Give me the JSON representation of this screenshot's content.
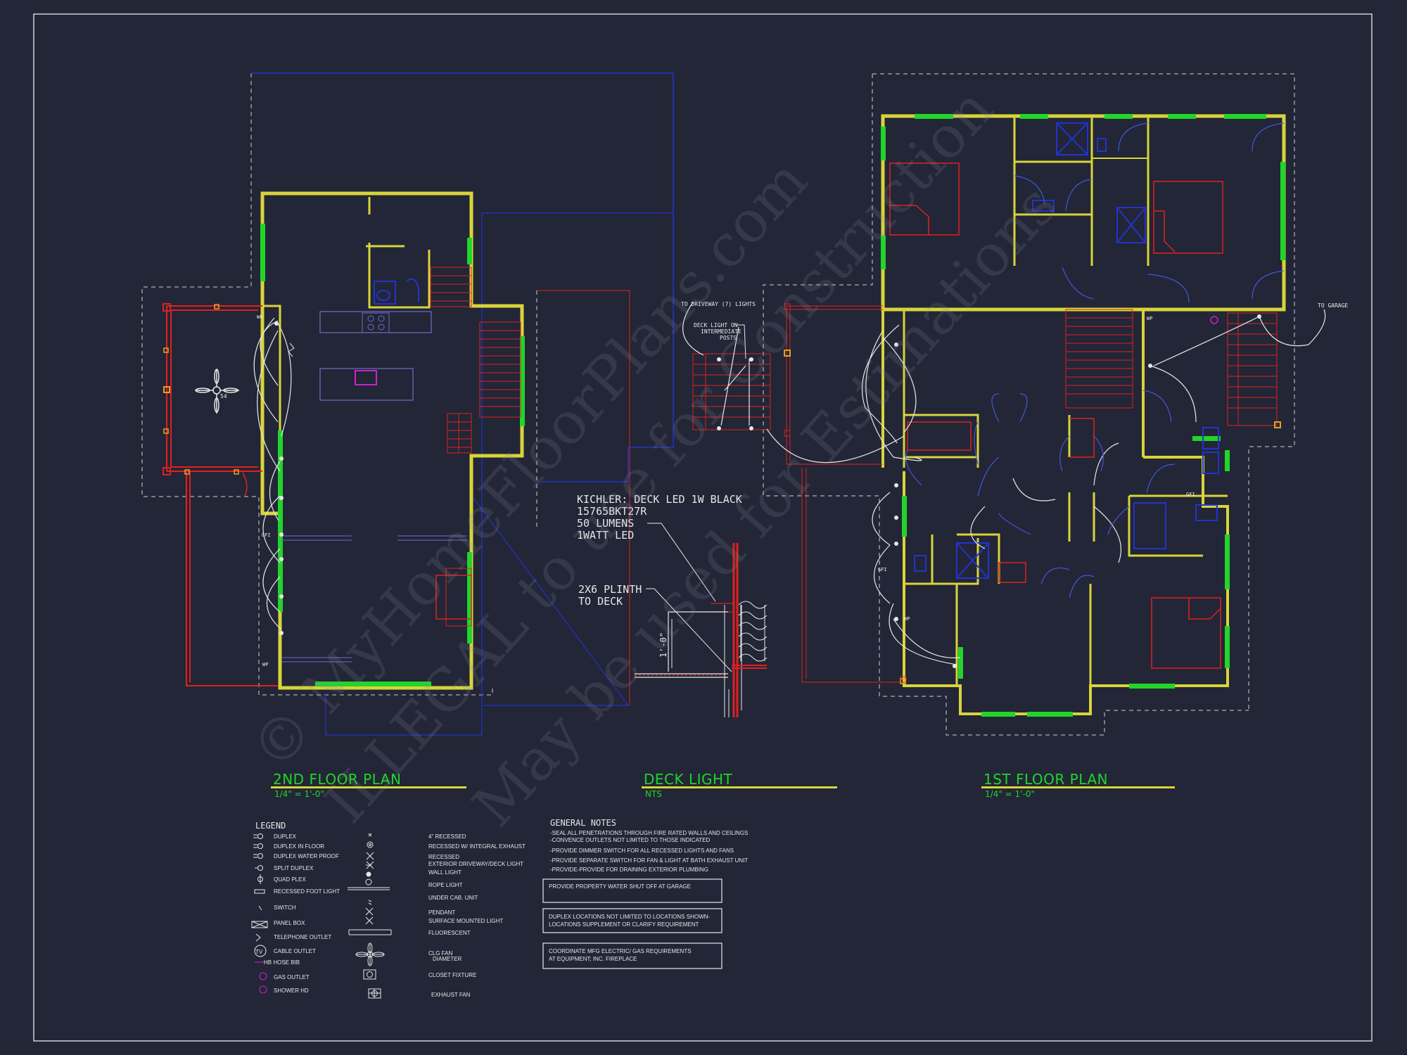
{
  "watermark": {
    "line1": "© MyHomeFloorPlans.com",
    "line2": "ILLEGAL to use for Construction",
    "line3": "May be used for Estimations"
  },
  "drawings": {
    "second_floor": {
      "title": "2ND FLOOR PLAN",
      "scale": "1/4\" = 1'-0\""
    },
    "deck_light": {
      "title": "DECK LIGHT",
      "scale": "NTS"
    },
    "first_floor": {
      "title": "1ST FLOOR PLAN",
      "scale": "1/4\" = 1'-0\""
    }
  },
  "callouts": {
    "kichler": [
      "KICHLER: DECK LED 1W  BLACK",
      "15765BKT27R",
      "50 LUMENS",
      "1WATT LED"
    ],
    "plinth": [
      "2X6 PLINTH",
      "TO DECK"
    ],
    "dimension": "1'-0\"",
    "driveway": "TO DRIVEWAY (7) LIGHTS",
    "deck_light_posts": [
      "DECK LIGHT ON",
      "INTERMEDIATE",
      "POSTS"
    ],
    "to_garage": "TO GARAGE",
    "fan_tag": "54"
  },
  "legend": {
    "title": "LEGEND",
    "col1": [
      "DUPLEX",
      "DUPLEX IN FLOOR",
      "DUPLEX WATER PROOF",
      "SPLIT DUPLEX",
      "QUAD PLEX",
      "RECESSED FOOT LIGHT",
      "SWITCH",
      "PANEL BOX",
      "TELEPHONE OUTLET",
      "CABLE OUTLET",
      "HB HOSE BIB",
      "GAS OUTLET",
      "SHOWER HD"
    ],
    "col2": [
      "4\" RECESSED",
      "RECESSED W/ INTEGRAL EXHAUST",
      "RECESSED",
      "EXTERIOR DRIVEWAY/DECK LIGHT",
      "WALL LIGHT",
      "ROPE LIGHT",
      "UNDER CAB. UNIT",
      "PENDANT",
      "SURFACE MOUNTED LIGHT",
      "FLUORESCENT",
      "CLG FAN",
      "DIAMETER",
      "CLOSET FIXTURE",
      "EXHAUST FAN"
    ],
    "tv_symbol": "TV"
  },
  "general_notes": {
    "title": "GENERAL NOTES",
    "items": [
      "-SEAL ALL PENETRATIONS THROUGH FIRE RATED WALLS AND CEILINGS",
      "-CONVENCE OUTLETS NOT LIMITED TO THOSE INDICATED",
      "-PROVIDE DIMMER SWITCH FOR ALL RECESSED LIGHTS AND FANS",
      "-PROVIDE SEPARATE SWITCH FOR FAN & LIGHT AT BATH EXHAUST UNIT",
      "-PROVIDE-PROVIDE FOR DRAINING EXTERIOR PLUMBING"
    ],
    "boxes": [
      [
        "PROVIDE  PROPERTY WATER SHUT OFF AT GARAGE"
      ],
      [
        "DUPLEX LOCATIONS NOT LIMITED TO LOCATIONS SHOWN-",
        "LOCATIONS SUPPLEMENT OR CLARIFY REQUIREMENT"
      ],
      [
        "COORDINATE MFG ELECTRIC/ GAS REQUIREMENTS",
        "AT EQUIPMENT; INC. FIREPLACE"
      ]
    ]
  },
  "colors": {
    "background": "#222636",
    "wall": "#d8d43a",
    "window": "#22d42b",
    "red": "#e02020",
    "blue": "#2233cc",
    "wire": "#e8e8e8",
    "magenta": "#cc22cc",
    "orange": "#e8a020"
  }
}
